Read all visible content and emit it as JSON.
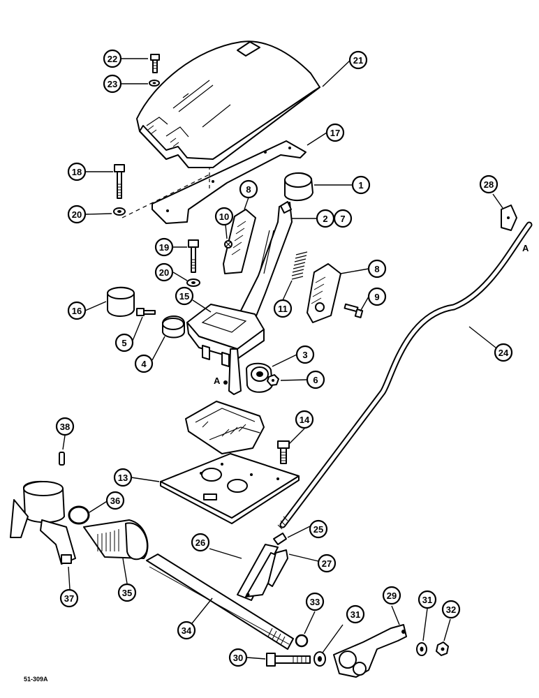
{
  "drawing_ref": "51-309A",
  "view_letters": {
    "a_on_rod": "A",
    "a_on_lever": "A"
  },
  "callouts": [
    {
      "id": "c1",
      "label": "1"
    },
    {
      "id": "c2",
      "label": "2"
    },
    {
      "id": "c7",
      "label": "7"
    },
    {
      "id": "c3",
      "label": "3"
    },
    {
      "id": "c4",
      "label": "4"
    },
    {
      "id": "c5",
      "label": "5"
    },
    {
      "id": "c6",
      "label": "6"
    },
    {
      "id": "c8a",
      "label": "8"
    },
    {
      "id": "c8b",
      "label": "8"
    },
    {
      "id": "c9",
      "label": "9"
    },
    {
      "id": "c10",
      "label": "10"
    },
    {
      "id": "c11",
      "label": "11"
    },
    {
      "id": "c13",
      "label": "13"
    },
    {
      "id": "c14",
      "label": "14"
    },
    {
      "id": "c15",
      "label": "15"
    },
    {
      "id": "c16",
      "label": "16"
    },
    {
      "id": "c17",
      "label": "17"
    },
    {
      "id": "c18",
      "label": "18"
    },
    {
      "id": "c19",
      "label": "19"
    },
    {
      "id": "c20a",
      "label": "20"
    },
    {
      "id": "c20b",
      "label": "20"
    },
    {
      "id": "c21",
      "label": "21"
    },
    {
      "id": "c22",
      "label": "22"
    },
    {
      "id": "c23",
      "label": "23"
    },
    {
      "id": "c24",
      "label": "24"
    },
    {
      "id": "c25",
      "label": "25"
    },
    {
      "id": "c26",
      "label": "26"
    },
    {
      "id": "c27",
      "label": "27"
    },
    {
      "id": "c28",
      "label": "28"
    },
    {
      "id": "c29",
      "label": "29"
    },
    {
      "id": "c30",
      "label": "30"
    },
    {
      "id": "c31a",
      "label": "31"
    },
    {
      "id": "c31b",
      "label": "31"
    },
    {
      "id": "c32",
      "label": "32"
    },
    {
      "id": "c33",
      "label": "33"
    },
    {
      "id": "c34",
      "label": "34"
    },
    {
      "id": "c35",
      "label": "35"
    },
    {
      "id": "c36",
      "label": "36"
    },
    {
      "id": "c37",
      "label": "37"
    },
    {
      "id": "c38",
      "label": "38"
    }
  ]
}
